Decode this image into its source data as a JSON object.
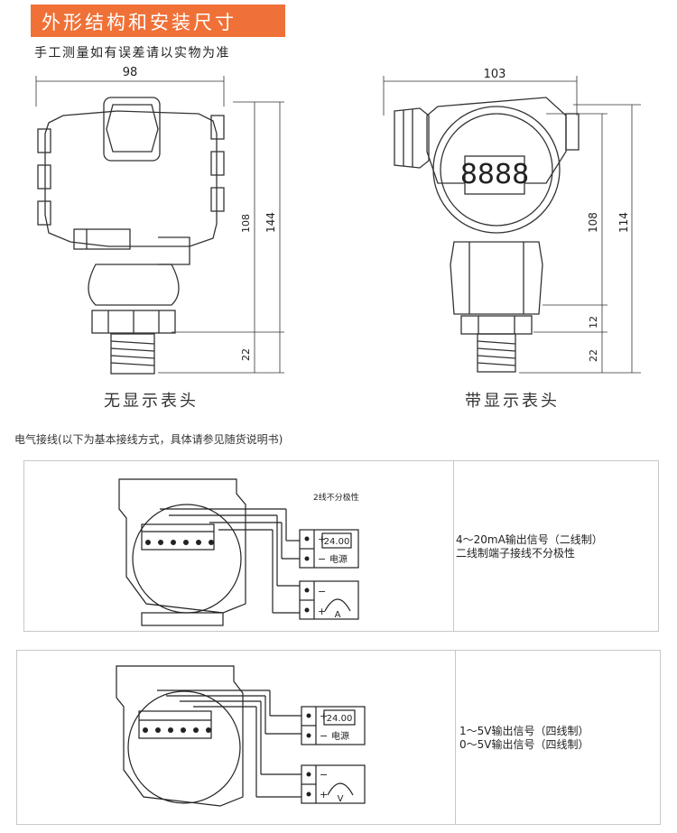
{
  "header": {
    "title": "外形结构和安装尺寸",
    "note": "手工测量如有误差请以实物为准",
    "accent_color": "#f07138"
  },
  "left_drawing": {
    "caption": "无显示表头",
    "dims": {
      "width": "98",
      "height_body": "108",
      "height_total": "144",
      "thread": "22"
    }
  },
  "right_drawing": {
    "caption": "带显示表头",
    "dims": {
      "width": "103",
      "height_body": "108",
      "height_total": "114",
      "neck": "12",
      "thread": "22"
    },
    "display": "8888"
  },
  "wiring": {
    "title": "电气接线(以下为基本接线方式，具体请参见随货说明书)",
    "panels": [
      {
        "diagram_note": "2线不分极性",
        "power_reading": "24.00",
        "power_label": "电源",
        "meter_unit": "A",
        "plus": "+",
        "minus": "−",
        "desc_lines": [
          "4～20mA输出信号（二线制）",
          "二线制端子接线不分极性"
        ]
      },
      {
        "power_reading": "24.00",
        "power_label": "电源",
        "meter_unit": "V",
        "plus": "+",
        "minus": "−",
        "desc_lines": [
          "1～5V输出信号（四线制）",
          "0～5V输出信号（四线制）"
        ]
      }
    ]
  }
}
